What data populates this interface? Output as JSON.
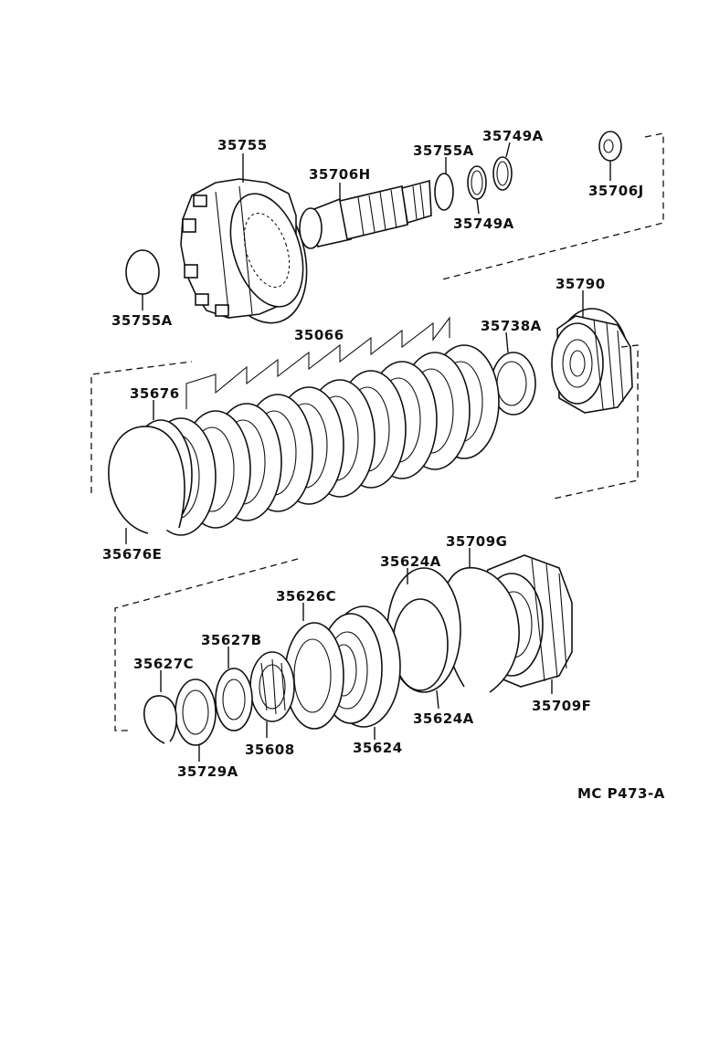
{
  "diagram": {
    "reference": "MC P473-A",
    "labels": {
      "p35755": "35755",
      "p35706H": "35706H",
      "p35755A_top": "35755A",
      "p35749A_top": "35749A",
      "p35749A_bottom": "35749A",
      "p35706J": "35706J",
      "p35755A_left": "35755A",
      "p35790": "35790",
      "p35066": "35066",
      "p35738A": "35738A",
      "p35676": "35676",
      "p35676E": "35676E",
      "p35709G": "35709G",
      "p35624A_top": "35624A",
      "p35626C": "35626C",
      "p35627B": "35627B",
      "p35627C": "35627C",
      "p35729A": "35729A",
      "p35608": "35608",
      "p35624": "35624",
      "p35624A_bottom": "35624A",
      "p35709F": "35709F"
    }
  }
}
